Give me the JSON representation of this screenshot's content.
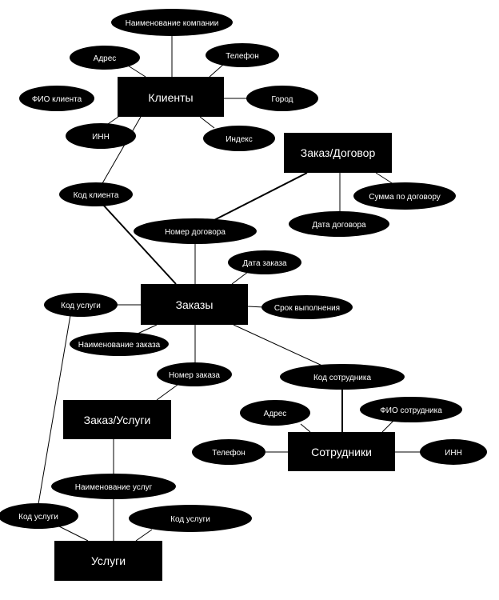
{
  "entities": {
    "klienty": "Клиенты",
    "zakaz_dogovor": "Заказ/Договор",
    "zakazy": "Заказы",
    "zakaz_uslugi": "Заказ/Услуги",
    "sotrudniki": "Сотрудники",
    "uslugi": "Услуги"
  },
  "attributes": {
    "naimenovanie_kompanii": "Наименование компании",
    "adres_klienta": "Адрес",
    "telefon_klienta": "Телефон",
    "fio_klienta": "ФИО клиента",
    "gorod": "Город",
    "inn_klienta": "ИНН",
    "indeks": "Индекс",
    "kod_klienta": "Код клиента",
    "summa_po_dogovoru": "Сумма по договору",
    "data_dogovora": "Дата договора",
    "nomer_dogovora": "Номер договора",
    "data_zakaza": "Дата заказа",
    "kod_uslugi_zakazy": "Код услуги",
    "srok_vypolneniya": "Срок выполнения",
    "naimenovanie_zakaza": "Наименование заказа",
    "nomer_zakaza": "Номер заказа",
    "kod_sotrudnika": "Код сотрудника",
    "adres_sotrudnika": "Адрес",
    "fio_sotrudnika": "ФИО сотрудника",
    "telefon_sotrudnika": "Телефон",
    "inn_sotrudnika": "ИНН",
    "naimenovanie_uslug": "Наименование услуг",
    "kod_uslugi_left": "Код услуги",
    "kod_uslugi_right": "Код услуги"
  }
}
